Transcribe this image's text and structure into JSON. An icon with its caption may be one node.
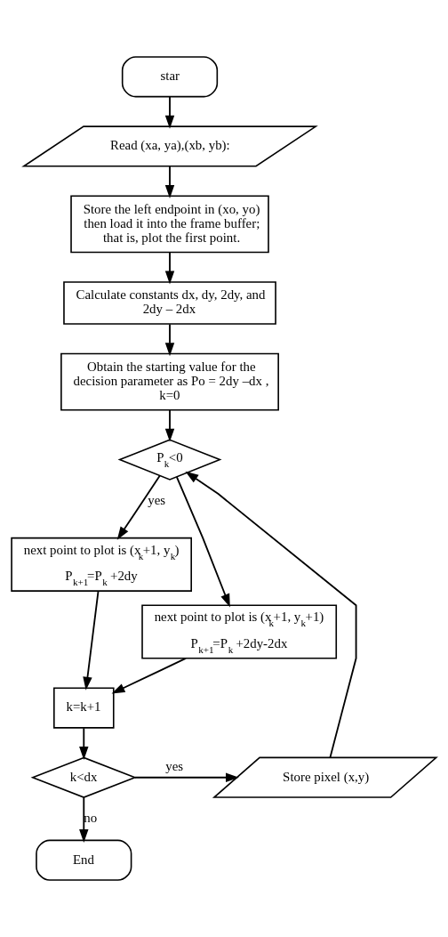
{
  "diagram": {
    "nodes": [
      {
        "text": [
          "star"
        ]
      },
      {
        "text": [
          "Read (xa, ya),(xb, yb):"
        ]
      },
      {
        "text": [
          "Store the left endpoint in (xo, yo) then load it into the frame buffer; that is, plot the first point."
        ]
      },
      {
        "text": [
          "Calculate constants dx, dy, 2dy, and 2dy – 2dx"
        ]
      },
      {
        "text": [
          "Obtain the starting value for the decision parameter as Po = 2dy –dx , k=0"
        ]
      },
      {
        "text": [
          "P$_{k}$<0"
        ]
      },
      {
        "text": [
          "next point to plot is (x$_{k}$+1, y$_{k}$)",
          "P$_{k+1}$=P$_{k}$ +2dy"
        ]
      },
      {
        "text": [
          "next point to plot is (x$_{k}$+1, y$_{k}$+1)",
          "P$_{k+1}$=P$_{k}$ +2dy-2dx"
        ]
      },
      {
        "text": [
          "k=k+1"
        ]
      },
      {
        "text": [
          "k<dx"
        ]
      },
      {
        "text": [
          "Store pixel (x,y)"
        ]
      },
      {
        "text": [
          "End"
        ]
      }
    ],
    "edges": [
      {
        "from": 0,
        "to": 1,
        "arrow": "to"
      },
      {
        "from": 1,
        "to": 2,
        "arrow": "to"
      },
      {
        "from": 2,
        "to": 3,
        "arrow": "to"
      },
      {
        "from": 3,
        "to": 4,
        "arrow": "to"
      },
      {
        "from": 4,
        "to": 5,
        "arrow": "to"
      },
      {
        "from": 5,
        "to": 6,
        "arrow": "to",
        "label": "yes"
      },
      {
        "from": 5,
        "to": 7,
        "arrow": "to"
      },
      {
        "from": 6,
        "to": 8,
        "arrow": "to"
      },
      {
        "from": 7,
        "to": 8,
        "arrow": "to"
      },
      {
        "from": 8,
        "to": 9,
        "arrow": "to"
      },
      {
        "from": 9,
        "to": 10,
        "arrow": "to",
        "label": "yes"
      },
      {
        "from": 9,
        "to": 11,
        "arrow": "to",
        "label": "no"
      },
      {
        "from": 10,
        "to": 5,
        "arrow": "to"
      }
    ]
  }
}
